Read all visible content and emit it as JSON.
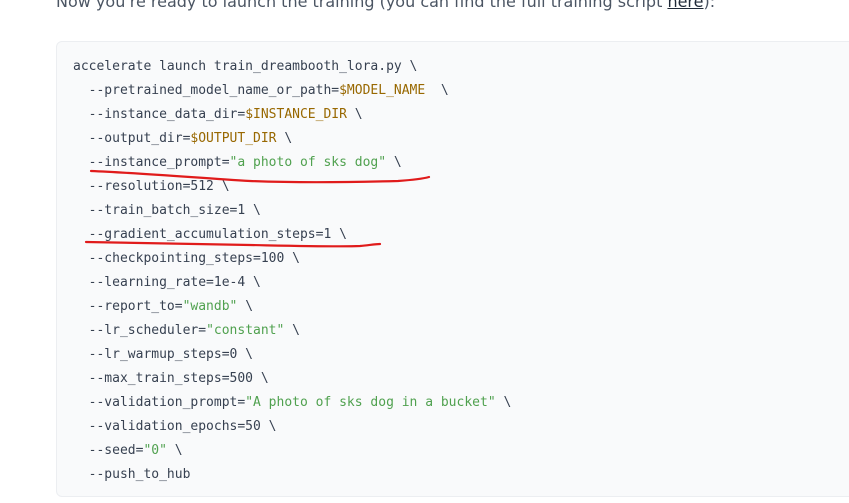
{
  "intro": {
    "before": "Now you're ready to launch the training (you can find the full training script ",
    "link": "here",
    "after": "):"
  },
  "code": {
    "lines": [
      [
        {
          "t": "accelerate launch train_dreambooth_lora.py \\"
        }
      ],
      [
        {
          "t": "  --pretrained_model_name_or_path="
        },
        {
          "t": "$MODEL_NAME",
          "c": "var"
        },
        {
          "t": "  \\"
        }
      ],
      [
        {
          "t": "  --instance_data_dir="
        },
        {
          "t": "$INSTANCE_DIR",
          "c": "var"
        },
        {
          "t": " \\"
        }
      ],
      [
        {
          "t": "  --output_dir="
        },
        {
          "t": "$OUTPUT_DIR",
          "c": "var"
        },
        {
          "t": " \\"
        }
      ],
      [
        {
          "t": "  --instance_prompt="
        },
        {
          "t": "\"a photo of sks dog\"",
          "c": "str"
        },
        {
          "t": " \\"
        }
      ],
      [
        {
          "t": "  --resolution=512 \\"
        }
      ],
      [
        {
          "t": "  --train_batch_size=1 \\"
        }
      ],
      [
        {
          "t": "  --gradient_accumulation_steps=1 \\"
        }
      ],
      [
        {
          "t": "  --checkpointing_steps=100 \\"
        }
      ],
      [
        {
          "t": "  --learning_rate=1e-4 \\"
        }
      ],
      [
        {
          "t": "  --report_to="
        },
        {
          "t": "\"wandb\"",
          "c": "str"
        },
        {
          "t": " \\"
        }
      ],
      [
        {
          "t": "  --lr_scheduler="
        },
        {
          "t": "\"constant\"",
          "c": "str"
        },
        {
          "t": " \\"
        }
      ],
      [
        {
          "t": "  --lr_warmup_steps=0 \\"
        }
      ],
      [
        {
          "t": "  --max_train_steps=500 \\"
        }
      ],
      [
        {
          "t": "  --validation_prompt="
        },
        {
          "t": "\"A photo of sks dog in a bucket\"",
          "c": "str"
        },
        {
          "t": " \\"
        }
      ],
      [
        {
          "t": "  --validation_epochs=50 \\"
        }
      ],
      [
        {
          "t": "  --seed="
        },
        {
          "t": "\"0\"",
          "c": "str"
        },
        {
          "t": " \\"
        }
      ],
      [
        {
          "t": "  --push_to_hub"
        }
      ]
    ]
  },
  "annotation": {
    "stroke_color": "#e01b1b"
  }
}
